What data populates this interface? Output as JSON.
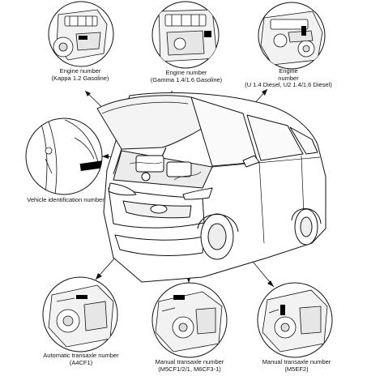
{
  "diagram": {
    "callouts": {
      "engine_kappa": {
        "line1": "Engine number",
        "line2": "(Kappa 1.2 Gasoline)"
      },
      "engine_gamma": {
        "line1": "Engine number",
        "line2": "(Gamma 1.4/1.6 Gasoline)"
      },
      "engine_u": {
        "line1": "Engine",
        "line2": "number",
        "line3": "(U 1.4 Diesel, U2 1.4/1.6 Diesel)"
      },
      "vin": {
        "line1": "Vehicle identification number"
      },
      "auto_transaxle": {
        "line1": "Automatic transaxle number",
        "line2": "(A4CF1)"
      },
      "manual_m5cf": {
        "line1": "Manual transaxle number",
        "line2": "(M5CF1/2/1, M6CF3-1)"
      },
      "manual_m5ef2": {
        "line1": "Manual transaxle number",
        "line2": "(M5EF2)"
      }
    }
  },
  "colors": {
    "ink": "#111111",
    "paper": "#ffffff",
    "shade": "#dcdcdc",
    "marker": "#000000"
  }
}
